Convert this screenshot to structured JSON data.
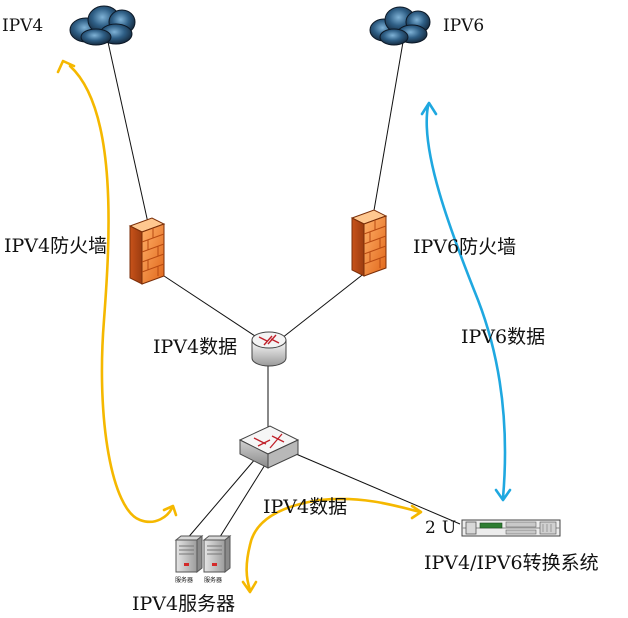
{
  "nodes": {
    "ipv4_cloud": "IPV4",
    "ipv6_cloud": "IPV6",
    "ipv4_firewall": "IPV4防火墙",
    "ipv6_firewall": "IPV6防火墙",
    "router_label": "IPV4数据",
    "ipv6_flow_label": "IPV6数据",
    "switch_flow_label": "IPV4数据",
    "conversion_system": "IPV4/IPV6转换系统",
    "conversion_device_mark": "2U",
    "server_group": "IPV4服务器",
    "server_tag_1": "服务器",
    "server_tag_2": "服务器"
  },
  "colors": {
    "ipv4_flow": "#f5b800",
    "ipv6_flow": "#1fa8e0",
    "link": "#111111",
    "firewall": "#ee7722",
    "cloud": "#1b3550"
  }
}
